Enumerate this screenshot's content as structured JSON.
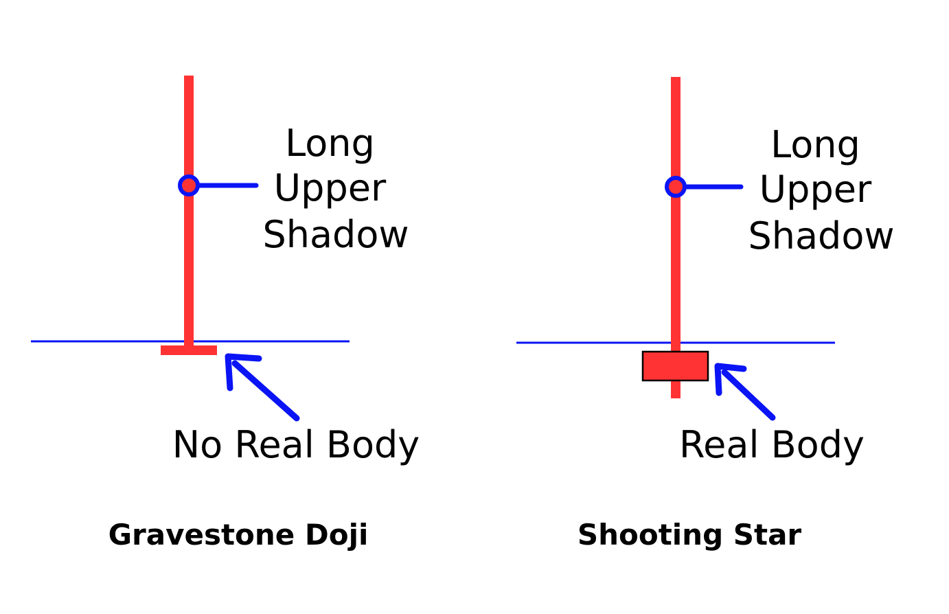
{
  "colors": {
    "candle": "#ff3333",
    "annotation": "#0a14f5",
    "text": "#000000",
    "background": "#ffffff"
  },
  "panels": [
    {
      "title": "Gravestone Doji",
      "shadow_label": [
        "Long",
        "Upper",
        "Shadow"
      ],
      "body_label": "No Real Body"
    },
    {
      "title": "Shooting Star",
      "shadow_label": [
        "Long",
        "Upper",
        "Shadow"
      ],
      "body_label": "Real Body"
    }
  ]
}
